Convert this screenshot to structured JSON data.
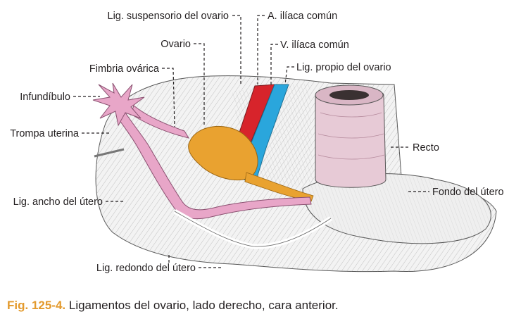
{
  "labels": {
    "lig_suspensorio": "Lig. suspensorio del ovario",
    "a_iliaca": "A. ilíaca común",
    "v_iliaca": "V. ilíaca común",
    "lig_propio": "Lig. propio del ovario",
    "ovario": "Ovario",
    "fimbria": "Fimbria ovárica",
    "infundibulo": "Infundíbulo",
    "trompa": "Trompa uterina",
    "recto": "Recto",
    "fondo_utero": "Fondo del útero",
    "lig_ancho": "Lig. ancho del útero",
    "lig_redondo": "Lig. redondo del útero"
  },
  "caption": {
    "number": "Fig. 125-4.",
    "text": " Ligamentos del ovario, lado derecho, cara anterior."
  },
  "colors": {
    "artery": "#d7242b",
    "vein": "#2aa6dc",
    "ovary": "#e9a230",
    "tube": "#e8a6c8",
    "rectum": "#e7cad6",
    "caption_number": "#e39a2d"
  }
}
